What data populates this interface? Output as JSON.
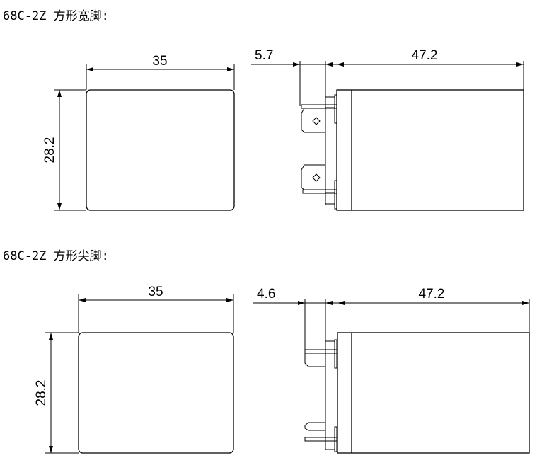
{
  "sections": [
    {
      "title": "68C-2Z 方形宽脚:",
      "front_width": "35",
      "front_height": "28.2",
      "pin_offset": "5.7",
      "body_length": "47.2"
    },
    {
      "title": "68C-2Z 方形尖脚:",
      "front_width": "35",
      "front_height": "28.2",
      "pin_offset": "4.6",
      "body_length": "47.2"
    }
  ]
}
